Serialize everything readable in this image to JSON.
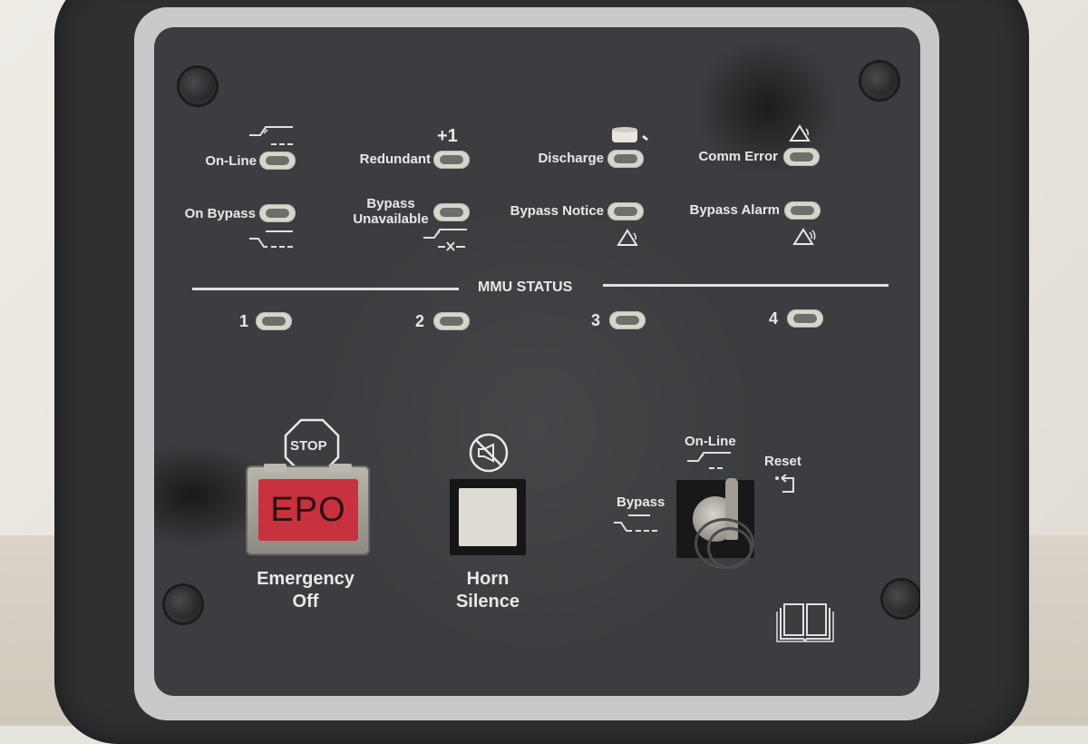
{
  "panel": {
    "title": "UPS control panel",
    "colors": {
      "panel": "#3c3d40",
      "bezel": "#2f3032",
      "trim": "#c9c9c9",
      "label": "#e8e8e8",
      "epo_red": "#c8313e",
      "led_off": "#6c6f6c"
    }
  },
  "indicators": [
    {
      "label": "On-Line",
      "icon": "online-path-icon",
      "state": "off"
    },
    {
      "label": "Redundant",
      "icon_text": "+1",
      "state": "off"
    },
    {
      "label": "Discharge",
      "icon": "battery-discharge-icon",
      "state": "off"
    },
    {
      "label": "Comm Error",
      "icon": "warning-triangle-icon",
      "state": "off"
    },
    {
      "label": "On Bypass",
      "icon": "bypass-path-icon",
      "state": "off"
    },
    {
      "label_line1": "Bypass",
      "label_line2": "Unavailable",
      "icon": "bypass-unavailable-icon",
      "state": "off"
    },
    {
      "label": "Bypass Notice",
      "icon": "warning-triangle-icon",
      "state": "off"
    },
    {
      "label": "Bypass Alarm",
      "icon": "alarm-triangle-icon",
      "state": "off"
    }
  ],
  "mmu_status": {
    "title": "MMU STATUS",
    "units": [
      {
        "number": "1",
        "state": "off"
      },
      {
        "number": "2",
        "state": "off"
      },
      {
        "number": "3",
        "state": "off"
      },
      {
        "number": "4",
        "state": "off"
      }
    ]
  },
  "controls": {
    "epo": {
      "sign_text": "STOP",
      "button_text": "EPO",
      "label_line1": "Emergency",
      "label_line2": "Off"
    },
    "horn": {
      "label_line1": "Horn",
      "label_line2": "Silence",
      "icon": "horn-mute-icon"
    },
    "keyswitch": {
      "positions": [
        {
          "label": "Bypass"
        },
        {
          "label": "On-Line"
        },
        {
          "label": "Reset"
        }
      ],
      "current": "On-Line"
    },
    "manual_icon": "manual-book-icon"
  }
}
